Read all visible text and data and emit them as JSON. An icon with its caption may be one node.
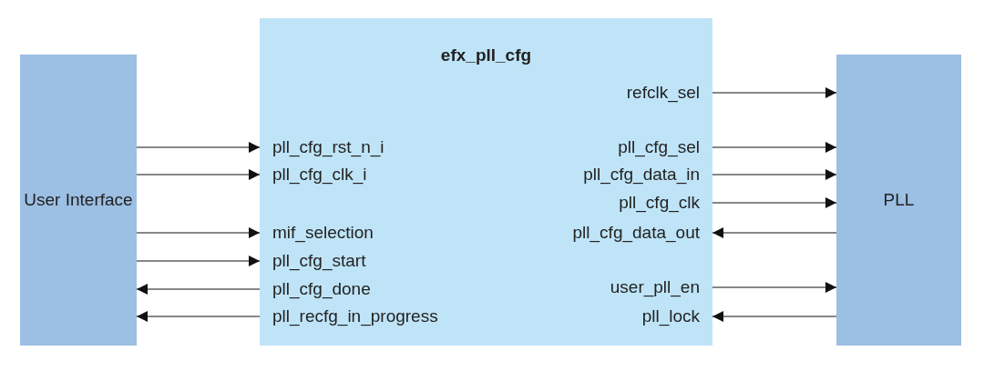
{
  "diagram": {
    "nodes": [
      {
        "text": [
          "User Interface"
        ]
      },
      {
        "text": [
          "efx_pll_cfg"
        ]
      },
      {
        "text": [
          "pll_cfg_rst_n_i"
        ],
        "in": 1
      },
      {
        "text": [
          "pll_cfg_clk_i"
        ],
        "in": 1
      },
      {
        "text": [
          "mif_selection"
        ],
        "in": 1
      },
      {
        "text": [
          "pll_cfg_start"
        ],
        "in": 1
      },
      {
        "text": [
          "pll_cfg_done"
        ],
        "in": 1
      },
      {
        "text": [
          "pll_recfg_in_progress"
        ],
        "in": 1
      },
      {
        "text": [
          "refclk_sel"
        ],
        "in": 1
      },
      {
        "text": [
          "pll_cfg_sel"
        ],
        "in": 1
      },
      {
        "text": [
          "pll_cfg_data_in"
        ],
        "in": 1
      },
      {
        "text": [
          "pll_cfg_clk"
        ],
        "in": 1
      },
      {
        "text": [
          "pll_cfg_data_out"
        ],
        "in": 1
      },
      {
        "text": [
          "user_pll_en"
        ],
        "in": 1
      },
      {
        "text": [
          "pll_lock"
        ],
        "in": 1
      },
      {
        "text": [
          "PLL"
        ]
      }
    ],
    "edges": [
      {
        "from": 0,
        "to": 2,
        "arrow": "to"
      },
      {
        "from": 0,
        "to": 3,
        "arrow": "to"
      },
      {
        "from": 0,
        "to": 4,
        "arrow": "to"
      },
      {
        "from": 0,
        "to": 5,
        "arrow": "to"
      },
      {
        "from": 6,
        "to": 0,
        "arrow": "to"
      },
      {
        "from": 7,
        "to": 0,
        "arrow": "to"
      },
      {
        "from": 8,
        "to": 15,
        "arrow": "to"
      },
      {
        "from": 9,
        "to": 15,
        "arrow": "to"
      },
      {
        "from": 10,
        "to": 15,
        "arrow": "to"
      },
      {
        "from": 11,
        "to": 15,
        "arrow": "to"
      },
      {
        "from": 15,
        "to": 12,
        "arrow": "to"
      },
      {
        "from": 13,
        "to": 15,
        "arrow": "to"
      },
      {
        "from": 15,
        "to": 14,
        "arrow": "to"
      }
    ]
  }
}
